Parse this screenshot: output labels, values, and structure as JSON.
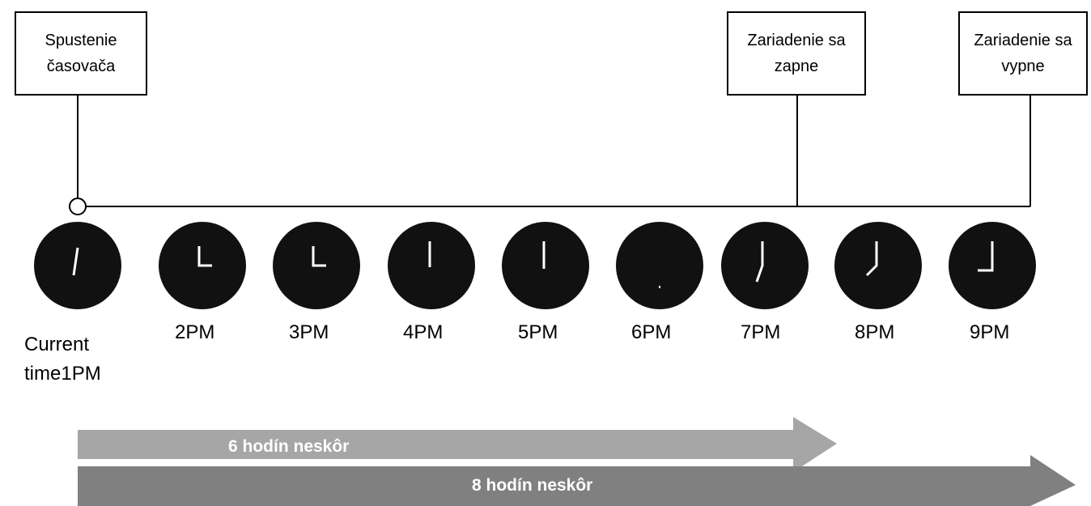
{
  "callouts": {
    "start": {
      "line1": "Spustenie",
      "line2": "časovača"
    },
    "on": {
      "line1": "Zariadenie sa",
      "line2": "zapne"
    },
    "off": {
      "line1": "Zariadenie sa",
      "line2": "vypne"
    }
  },
  "current_label": {
    "line1": "Current",
    "line2": "time1PM"
  },
  "hours": [
    "2PM",
    "3PM",
    "4PM",
    "5PM",
    "6PM",
    "7PM",
    "8PM",
    "9PM"
  ],
  "arrows": {
    "six": "6 hodín neskôr",
    "eight": "8 hodín neskôr"
  },
  "colors": {
    "clock_face": "#111111",
    "arrow_light": "#a6a6a6",
    "arrow_dark": "#808080"
  }
}
